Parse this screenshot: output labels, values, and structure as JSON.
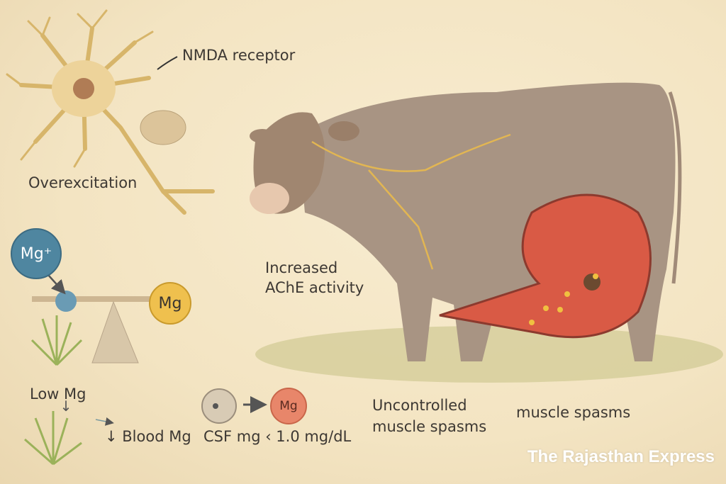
{
  "labels": {
    "nmda": "NMDA receptor",
    "overexcitation": "Overexcitation",
    "mg_ion": "Mg⁺",
    "mg_balance": "Mg",
    "increased_ache": "Increased",
    "increased_ache_2": "AChE activity",
    "low_mg": "Low Mg",
    "blood_mg": "↓ Blood Mg",
    "csf_mg_circle": "Mg",
    "csf_mg": "CSF mg ‹ 1.0 mg/dL",
    "uncontrolled": "Uncontrolled",
    "uncontrolled_2": "muscle spasms",
    "muscle_spasms": "muscle spasms"
  },
  "watermark": "The Rajasthan Express",
  "colors": {
    "mg_ion": "#4f86a0",
    "mg_balance": "#efc04e",
    "csf_mg": "#e8866a",
    "muscle": "#d95a45"
  }
}
